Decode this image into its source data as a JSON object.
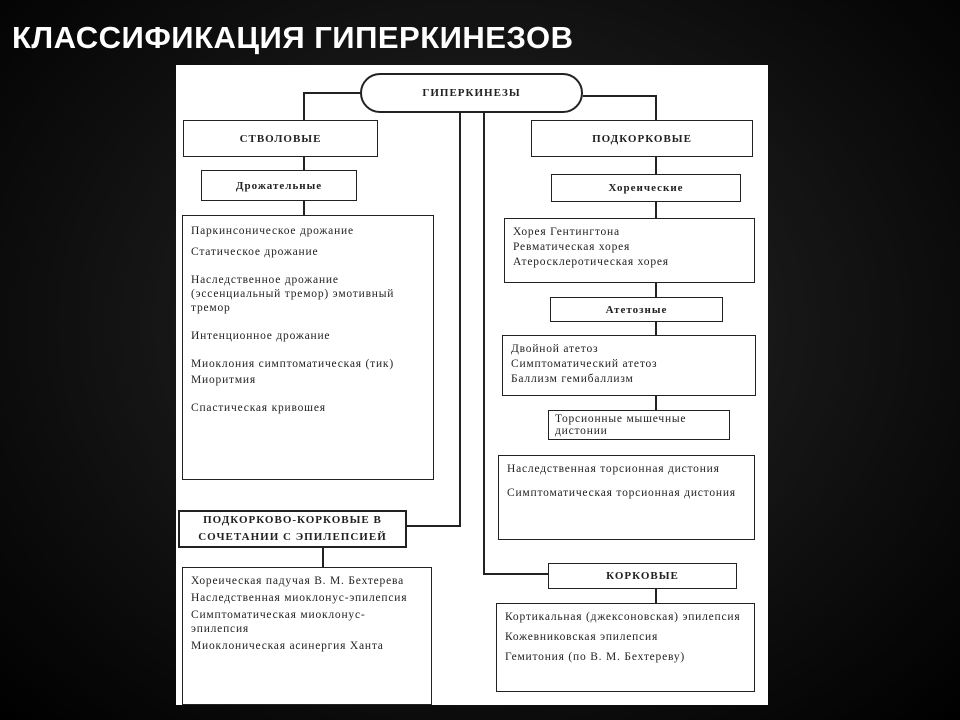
{
  "slide_title": "КЛАССИФИКАЦИЯ ГИПЕРКИНЕЗОВ",
  "root": "ГИПЕРКИНЕЗЫ",
  "left": {
    "stem": "СТВОЛОВЫЕ",
    "tremor": "Дрожательные",
    "tremor_items": [
      "Паркинсоническое дрожание",
      "Статическое дрожание",
      "Наследственное дрожание (эссенциальный тремор) эмотивный тремор",
      "Интенционное дрожание",
      "Миоклония симптоматическая (тик)",
      "Миоритмия",
      "Спастическая кривошея"
    ],
    "subcortical_cortical": "ПОДКОРКОВО-КОРКОВЫЕ В СОЧЕТАНИИ С ЭПИЛЕПСИЕЙ",
    "sc_items": [
      "Хореическая падучая В. М. Бехтерева",
      "Наследственная миоклонус-эпилепсия",
      "Симптоматическая миоклонус-эпилепсия",
      "Миоклоническая асинергия Ханта"
    ]
  },
  "right": {
    "subcortical": "ПОДКОРКОВЫЕ",
    "chorea": "Хореические",
    "chorea_items": [
      "Хорея Гентингтона",
      "Ревматическая хорея",
      "Атеросклеротическая хорея"
    ],
    "athetosis": "Атетозные",
    "athetosis_items": [
      "Двойной атетоз",
      "Симптоматический атетоз",
      "Баллизм гемибаллизм"
    ],
    "torsion": "Торсионные мышечные дистонии",
    "torsion_items": [
      "Наследственная торсионная дистония",
      "Симптоматическая торсионная дистония"
    ],
    "cortical": "КОРКОВЫЕ",
    "cortical_items": [
      "Кортикальная (джексоновская) эпилепсия",
      "Кожевниковская эпилепсия",
      "Гемитония (по В. М. Бехтереву)"
    ]
  }
}
